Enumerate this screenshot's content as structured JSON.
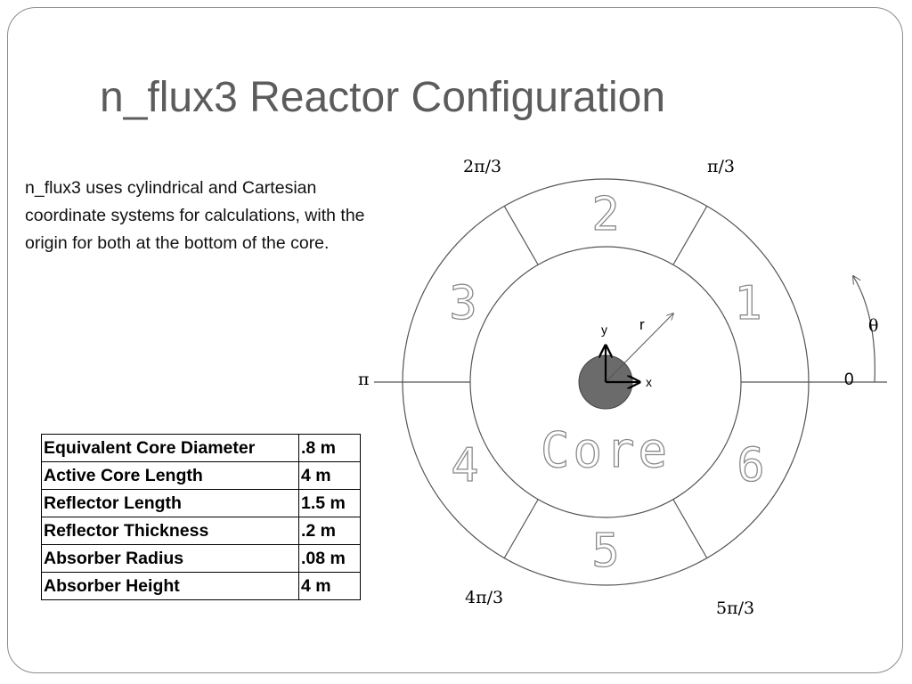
{
  "slide": {
    "title": "n_flux3 Reactor Configuration",
    "description": "n_flux3 uses cylindrical and Cartesian coordinate systems for calculations, with the origin for both at the bottom of the core."
  },
  "table": {
    "rows": [
      {
        "parameter": "Equivalent Core Diameter",
        "value": ".8 m"
      },
      {
        "parameter": "Active Core Length",
        "value": "4 m"
      },
      {
        "parameter": "Reflector Length",
        "value": "1.5 m"
      },
      {
        "parameter": "Reflector Thickness",
        "value": ".2 m"
      },
      {
        "parameter": "Absorber Radius",
        "value": ".08 m"
      },
      {
        "parameter": "Absorber Height",
        "value": "4 m"
      }
    ]
  },
  "diagram": {
    "core_label": "Core",
    "sector_labels": [
      "1",
      "2",
      "3",
      "4",
      "5",
      "6"
    ],
    "angle_labels": {
      "zero": "0",
      "pi_over_3": "π/3",
      "two_pi_over_3": "2π/3",
      "pi": "π",
      "four_pi_over_3": "4π/3",
      "five_pi_over_3": "5π/3"
    },
    "axis_labels": {
      "x": "x",
      "y": "y",
      "r": "r",
      "theta": "θ"
    },
    "colors": {
      "line": "#555555",
      "absorber_fill": "#6b6b6b",
      "digit": "#8a8a8a"
    }
  }
}
